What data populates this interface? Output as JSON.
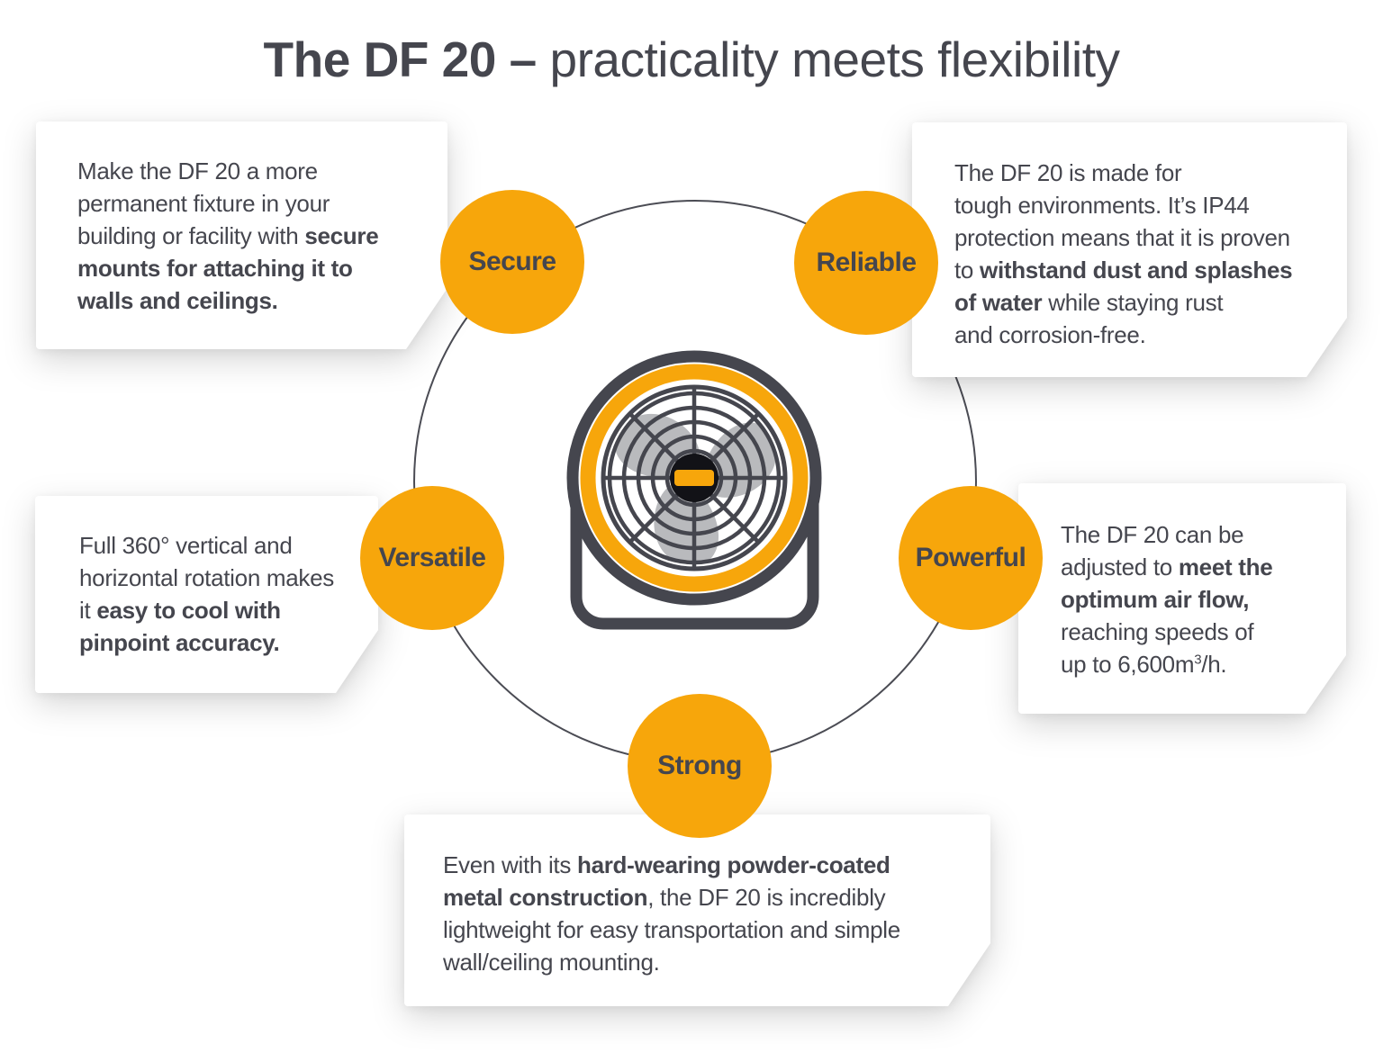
{
  "title": {
    "bold_part": "The DF 20 – ",
    "light_part": "practicality meets flexibility"
  },
  "colors": {
    "accent": "#F7A60B",
    "text": "#45464E",
    "ring_line": "#4B4C54",
    "blade_gray": "#B9BABD",
    "hub_black": "#121217",
    "box_bg": "#FFFFFF"
  },
  "features": [
    {
      "id": "secure",
      "label": "Secure",
      "segments": [
        {
          "t": "Make the DF 20 a more\npermanent fixture in your\nbuilding or facility with ",
          "b": false
        },
        {
          "t": "secure\nmounts for attaching it to\nwalls and ceilings.",
          "b": true
        }
      ]
    },
    {
      "id": "reliable",
      "label": "Reliable",
      "segments": [
        {
          "t": "The DF 20 is made for\ntough environments. It’s IP44\nprotection means that it is proven\nto ",
          "b": false
        },
        {
          "t": "withstand dust and splashes\nof water",
          "b": true
        },
        {
          "t": " while staying rust\nand corrosion-free.",
          "b": false
        }
      ]
    },
    {
      "id": "versatile",
      "label": "Versatile",
      "segments": [
        {
          "t": "Full 360° vertical and\nhorizontal rotation makes\nit ",
          "b": false
        },
        {
          "t": "easy to cool with\npinpoint accuracy.",
          "b": true
        }
      ]
    },
    {
      "id": "powerful",
      "label": "Powerful",
      "segments": [
        {
          "t": "The DF 20 can be\nadjusted to ",
          "b": false
        },
        {
          "t": "meet the\noptimum air flow,",
          "b": true
        },
        {
          "t": "\nreaching speeds of\nup to 6,600m",
          "b": false
        },
        {
          "t": "3",
          "b": false,
          "sup": true
        },
        {
          "t": "/h.",
          "b": false
        }
      ]
    },
    {
      "id": "strong",
      "label": "Strong",
      "segments": [
        {
          "t": "Even with its ",
          "b": false
        },
        {
          "t": "hard-wearing powder-coated\nmetal construction",
          "b": true
        },
        {
          "t": ", the DF 20 is incredibly\nlightweight for easy transportation and simple\nwall/ceiling mounting.",
          "b": false
        }
      ]
    }
  ]
}
